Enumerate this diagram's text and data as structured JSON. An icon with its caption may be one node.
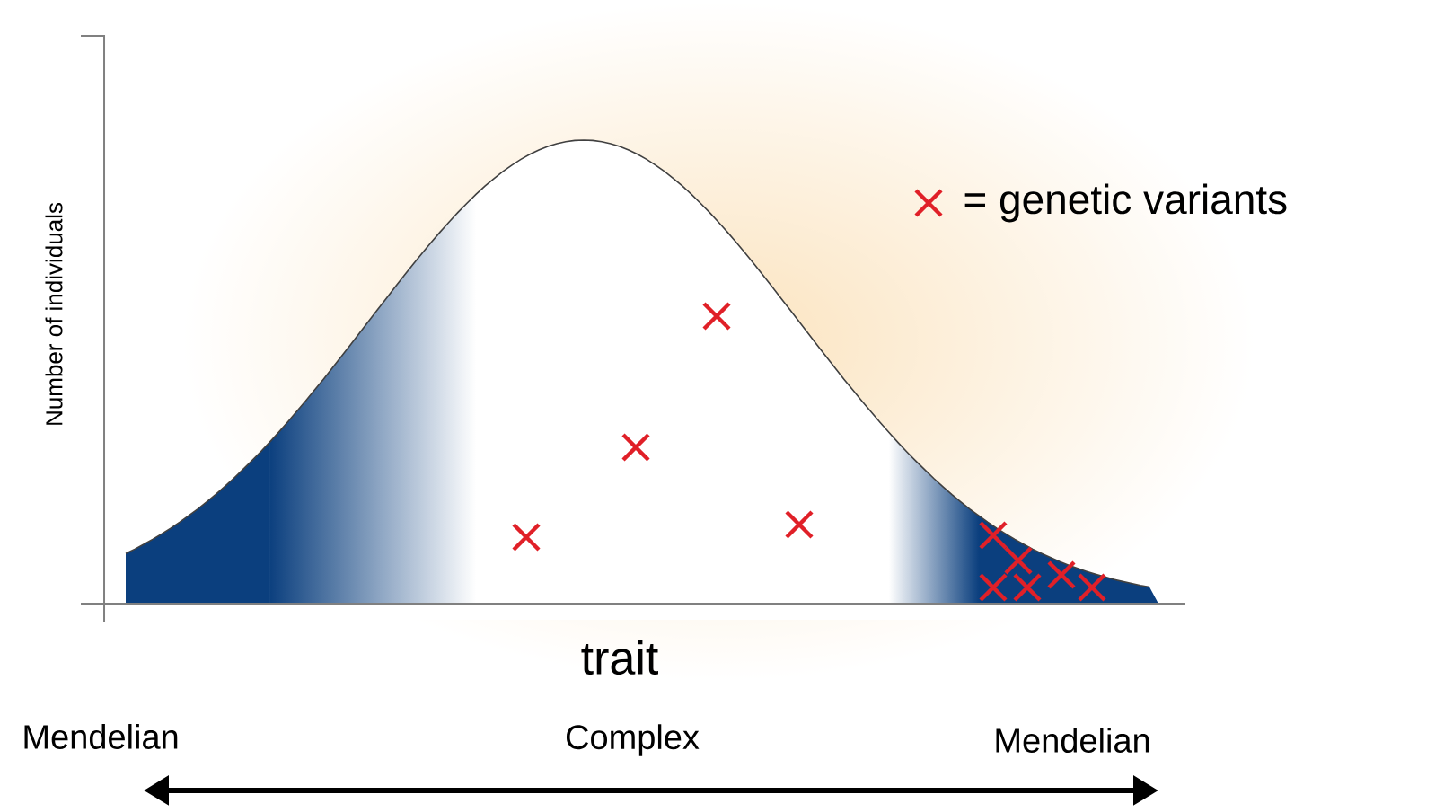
{
  "diagram": {
    "labels": [
      "Number of individuals",
      "trait",
      "Mendelian",
      "Complex",
      "Mendelian"
    ],
    "legend": [
      {
        "text": "= genetic variants"
      }
    ]
  }
}
